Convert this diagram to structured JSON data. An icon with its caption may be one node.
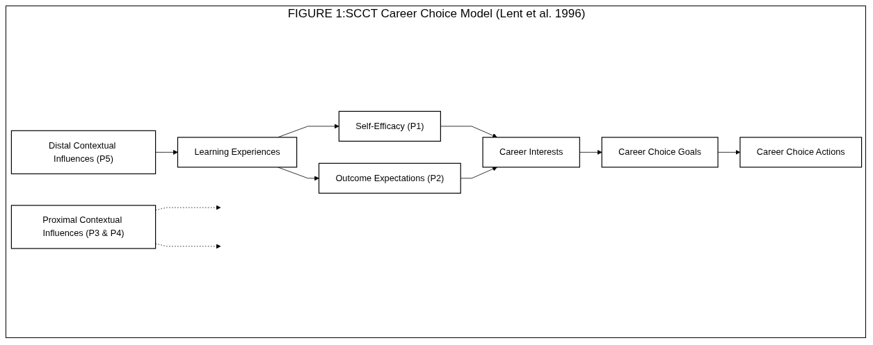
{
  "diagram": {
    "title": "FIGURE 1:SCCT Career Choice Model (Lent et al. 1996)",
    "nodes": [
      {
        "text": [
          "Distal Contextual Influences (P5)"
        ]
      },
      {
        "text": [
          "Learning Experiences"
        ]
      },
      {
        "text": [
          "Self-Efficacy (P1)"
        ]
      },
      {
        "text": [
          "Outcome Expectations (P2)"
        ]
      },
      {
        "text": [
          "Career Interests"
        ]
      },
      {
        "text": [
          "Proximal Contextual Influences (P3 & P4)"
        ]
      },
      {
        "text": [
          "Career Choice Goals"
        ]
      },
      {
        "text": [
          "Career Choice Actions"
        ]
      }
    ],
    "edges": [
      {
        "from": 0,
        "to": 1,
        "arrow": "to"
      },
      {
        "from": 1,
        "to": 2,
        "arrow": "to"
      },
      {
        "from": 1,
        "to": 3,
        "arrow": "to"
      },
      {
        "from": 2,
        "to": 4,
        "arrow": "to"
      },
      {
        "from": 3,
        "to": 4,
        "arrow": "to"
      },
      {
        "from": 4,
        "to": 6,
        "arrow": "to"
      },
      {
        "from": 6,
        "to": 7,
        "arrow": "to"
      },
      {
        "from": 5,
        "to": null,
        "arrow": "to",
        "style": "dashed"
      },
      {
        "from": 5,
        "to": null,
        "arrow": "to",
        "style": "dashed"
      }
    ]
  }
}
